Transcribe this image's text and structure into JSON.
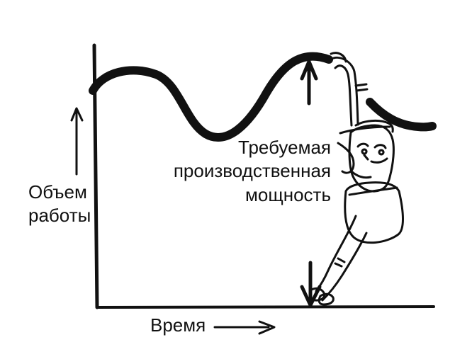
{
  "labels": {
    "y_axis_line1": "Объем",
    "y_axis_line2": "работы",
    "x_axis": "Время",
    "required_capacity_line1": "Требуемая",
    "required_capacity_line2": "производственная",
    "required_capacity_line3": "мощность"
  },
  "colors": {
    "ink": "#111111",
    "background": "#ffffff"
  },
  "icons": {
    "person": "cartoon-person-holding-curve-icon",
    "up_arrow": "up-arrow-icon",
    "down_arrow": "down-arrow-icon",
    "right_arrow": "right-arrow-icon"
  }
}
